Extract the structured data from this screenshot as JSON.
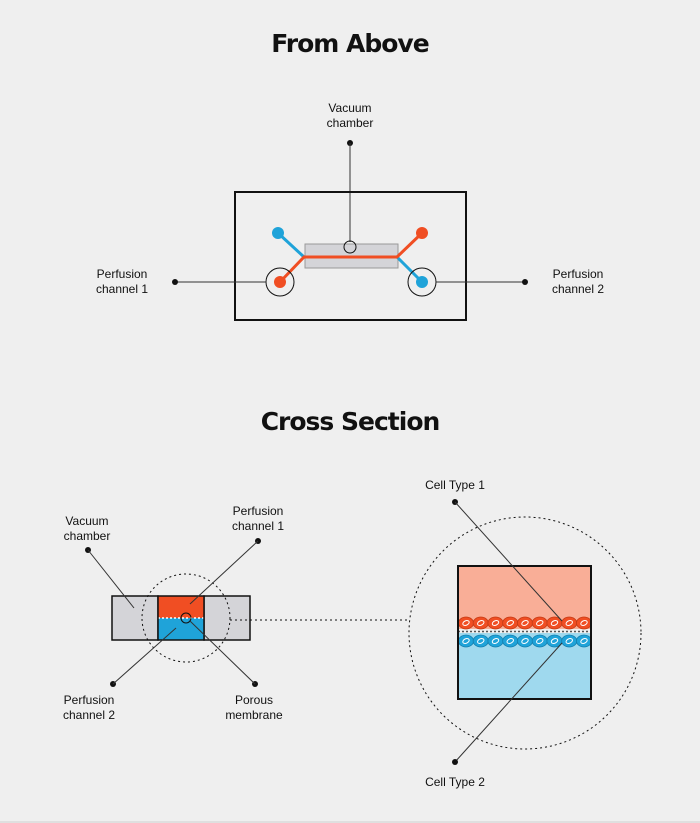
{
  "colors": {
    "background": "#efefef",
    "red": "#f04e23",
    "blue": "#1fa3d9",
    "light_red": "#f9ae97",
    "light_blue": "#9fd9ee",
    "gray_block": "#d4d4d8",
    "ink": "#111111"
  },
  "from_above": {
    "title": "From Above",
    "vacuum_label": [
      "Vacuum",
      "chamber"
    ],
    "perfusion_1_label": [
      "Perfusion",
      "channel 1"
    ],
    "perfusion_2_label": [
      "Perfusion",
      "channel 2"
    ]
  },
  "cross_section": {
    "title": "Cross Section",
    "vacuum_label": [
      "Vacuum",
      "chamber"
    ],
    "perfusion_1_label": [
      "Perfusion",
      "channel 1"
    ],
    "perfusion_2_label": [
      "Perfusion",
      "channel 2"
    ],
    "membrane_label": [
      "Porous",
      "membrane"
    ],
    "cell_type_1": "Cell Type 1",
    "cell_type_2": "Cell Type 2"
  }
}
